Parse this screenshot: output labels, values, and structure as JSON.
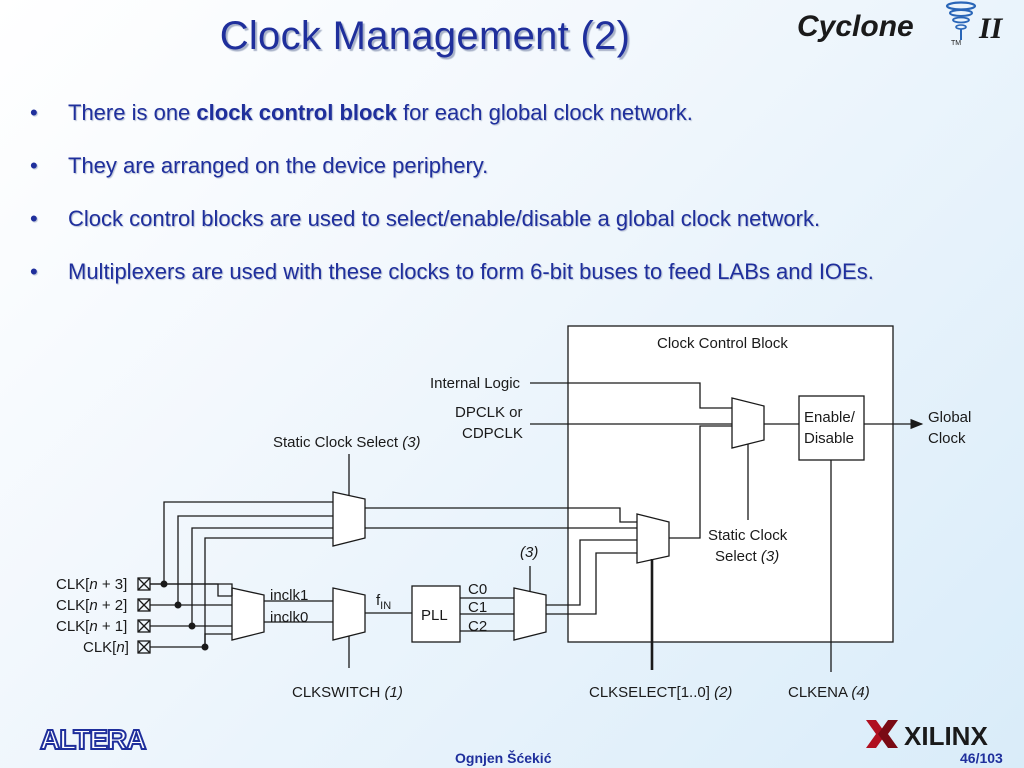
{
  "slide": {
    "title": "Clock Management (2)",
    "bullets": [
      {
        "pre": "There is one ",
        "bold": "clock control block",
        "post": " for each global clock network."
      },
      {
        "pre": "They are arranged on the device periphery.",
        "bold": "",
        "post": ""
      },
      {
        "pre": "Clock control blocks are used to select/enable/disable a global clock network.",
        "bold": "",
        "post": ""
      },
      {
        "pre": "Multiplexers are used with these clocks to form 6-bit buses to feed LABs and IOEs.",
        "bold": "",
        "post": ""
      }
    ],
    "bullet_symbol": "•"
  },
  "logos": {
    "cyclone": {
      "text": "Cyclone",
      "numeral": "II",
      "tm": "TM"
    },
    "altera": {
      "text": "ALTERA"
    },
    "xilinx": {
      "text": "XILINX"
    }
  },
  "diagram": {
    "block_title": "Clock Control Block",
    "internal_logic": "Internal Logic",
    "dpclk_line1": "DPCLK or",
    "dpclk_line2": "CDPCLK",
    "enable_line1": "Enable/",
    "enable_line2": "Disable",
    "global_line1": "Global",
    "global_line2": "Clock",
    "static_select_outer": "Static Clock Select",
    "static_select_outer_note": "(3)",
    "static_select_inner_line1": "Static Clock",
    "static_select_inner_line2": "Select",
    "static_select_inner_note": "(3)",
    "mux_note": "(3)",
    "clk_inputs": [
      {
        "pre": "CLK[",
        "var": "n",
        "post": " + 3]"
      },
      {
        "pre": "CLK[",
        "var": "n",
        "post": " + 2]"
      },
      {
        "pre": "CLK[",
        "var": "n",
        "post": " + 1]"
      },
      {
        "pre": "CLK[",
        "var": "n",
        "post": "]"
      }
    ],
    "inclk1": "inclk1",
    "inclk0": "inclk0",
    "fin_main": "f",
    "fin_sub": "IN",
    "pll": "PLL",
    "c0": "C0",
    "c1": "C1",
    "c2": "C2",
    "clkswitch": "CLKSWITCH",
    "clkswitch_note": "(1)",
    "clkselect": "CLKSELECT[1..0]",
    "clkselect_note": "(2)",
    "clkena": "CLKENA",
    "clkena_note": "(4)"
  },
  "footer": {
    "author": "Ognjen Šćekić",
    "page": "46/103"
  },
  "colors": {
    "title": "#1f2f9c",
    "text": "#1f2f9c"
  }
}
